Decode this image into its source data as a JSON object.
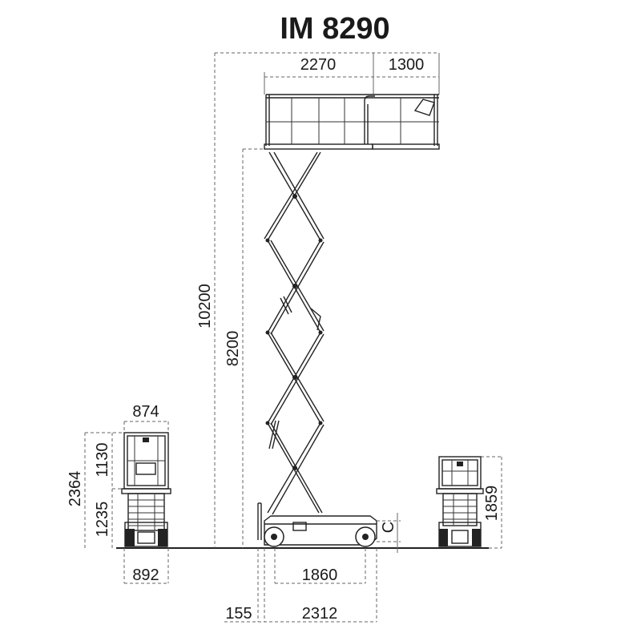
{
  "title": "IM 8290",
  "dimensions": {
    "platform_length": "2270",
    "extension_length": "1300",
    "max_height": "10200",
    "platform_height": "8200",
    "front_width_platform": "874",
    "front_height_total": "2364",
    "front_guardrail_height": "1130",
    "front_stowed_height": "1235",
    "front_width_base": "892",
    "wheelbase": "1860",
    "overall_length": "2312",
    "rear_overhang": "155",
    "ground_clearance": "C",
    "rear_view_height": "1859"
  }
}
